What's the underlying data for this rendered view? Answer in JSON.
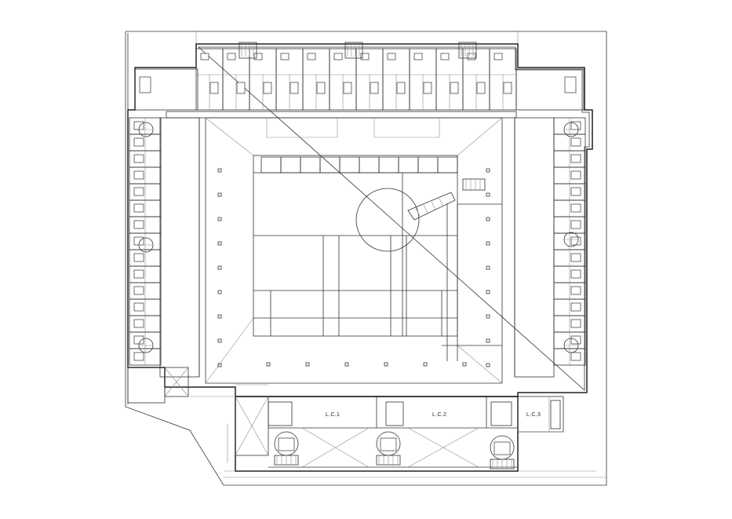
{
  "plan": {
    "labels": [
      "L.C.1",
      "L.C.2",
      "L.C.3"
    ]
  },
  "colors": {
    "background": "#ffffff",
    "line": "#333333",
    "light_line": "#8c8c8c"
  }
}
